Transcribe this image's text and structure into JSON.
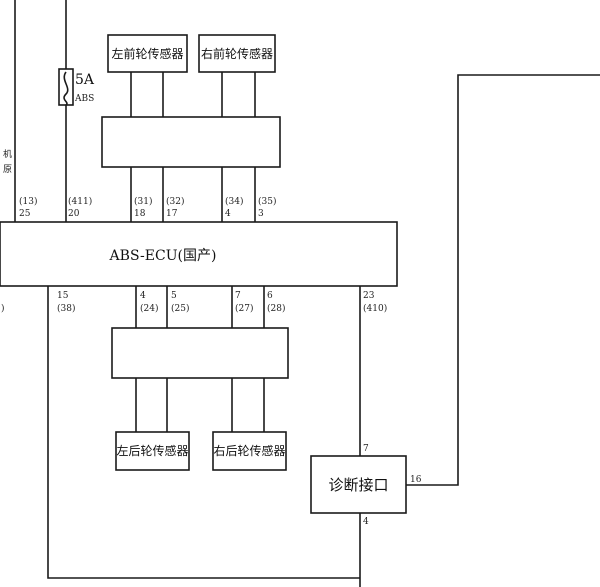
{
  "ecu": {
    "label": "ABS-ECU(国产)"
  },
  "fuse": {
    "rating": "5A",
    "name": "ABS"
  },
  "edge_text": {
    "left_top_1": "机",
    "left_top_2": "原",
    "left_mid": ")"
  },
  "sensors": {
    "front_left": "左前轮传感器",
    "front_right": "右前轮传感器",
    "rear_left": "左后轮传感器",
    "rear_right": "右后轮传感器"
  },
  "diag": {
    "label": "诊断接口",
    "pin_top": "7",
    "pin_right": "16",
    "pin_bottom": "4"
  },
  "pins_top": {
    "p25_wire": "(13)",
    "p25": "25",
    "p20_wire": "(411)",
    "p20": "20",
    "p18_wire": "(31)",
    "p18": "18",
    "p17_wire": "(32)",
    "p17": "17",
    "p4_wire": "(34)",
    "p4": "4",
    "p3_wire": "(35)",
    "p3": "3"
  },
  "pins_bottom": {
    "p15": "15",
    "p15_wire": "(38)",
    "p4": "4",
    "p4_wire": "(24)",
    "p5": "5",
    "p5_wire": "(25)",
    "p7": "7",
    "p7_wire": "(27)",
    "p6": "6",
    "p6_wire": "(28)",
    "p23": "23",
    "p23_wire": "(410)"
  }
}
